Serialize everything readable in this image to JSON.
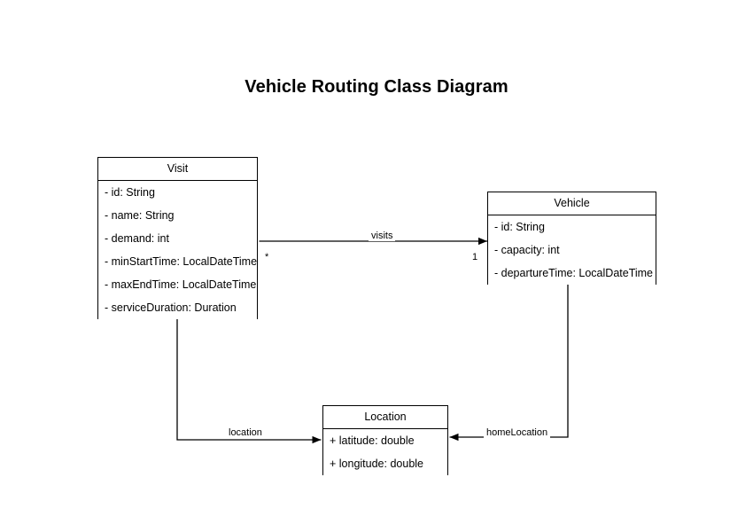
{
  "diagram": {
    "title": "Vehicle Routing Class Diagram",
    "type": "uml-class-diagram",
    "background_color": "#ffffff",
    "line_color": "#000000",
    "text_color": "#000000"
  },
  "classes": [
    {
      "id": "visit",
      "name": "Visit",
      "attributes": [
        "- id: String",
        "- name: String",
        "- demand: int",
        "- minStartTime: LocalDateTime",
        "- maxEndTime: LocalDateTime",
        "- serviceDuration: Duration"
      ]
    },
    {
      "id": "vehicle",
      "name": "Vehicle",
      "attributes": [
        "- id: String",
        "- capacity: int",
        "- departureTime: LocalDateTime"
      ]
    },
    {
      "id": "location",
      "name": "Location",
      "attributes": [
        "+ latitude: double",
        "+ longitude: double"
      ]
    }
  ],
  "relationships": [
    {
      "id": "visits",
      "label": "visits",
      "source": "Vehicle",
      "target": "Visit",
      "source_multiplicity": "1",
      "target_multiplicity": "*",
      "arrow": "open-to-target"
    },
    {
      "id": "location",
      "label": "location",
      "source": "Visit",
      "target": "Location",
      "source_multiplicity": "",
      "target_multiplicity": "",
      "arrow": "open-to-target"
    },
    {
      "id": "homeLocation",
      "label": "homeLocation",
      "source": "Vehicle",
      "target": "Location",
      "source_multiplicity": "",
      "target_multiplicity": "",
      "arrow": "open-to-target"
    }
  ],
  "multiplicities": {
    "visit_end": "*",
    "vehicle_end": "1"
  }
}
